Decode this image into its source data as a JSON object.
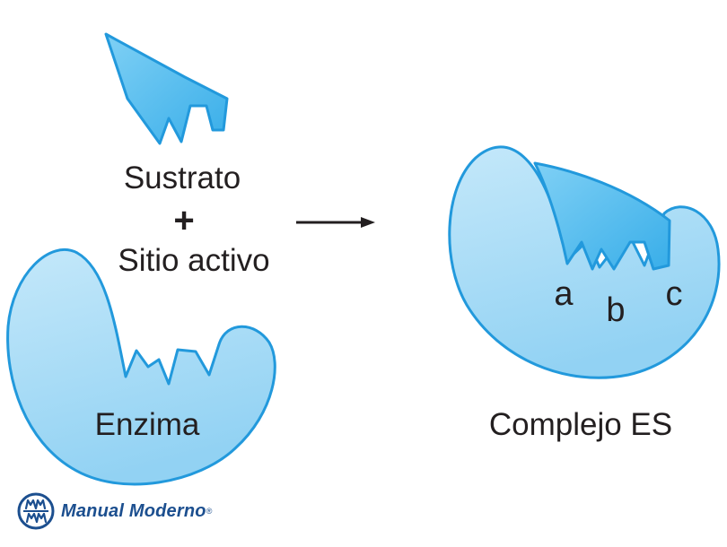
{
  "labels": {
    "sustrato": "Sustrato",
    "plus": "+",
    "sitio_activo": "Sitio activo",
    "enzima": "Enzima",
    "complejo": "Complejo ES",
    "site_a": "a",
    "site_b": "b",
    "site_c": "c"
  },
  "brand": {
    "name": "Manual Moderno",
    "logo_text": "mm",
    "registered_mark": "®"
  },
  "colors": {
    "enzyme_fill": "#a9dcf7",
    "substrate_fill": "#49b9ee",
    "outline": "#2299dc",
    "text": "#231f20",
    "brand": "#1c4f8f"
  }
}
